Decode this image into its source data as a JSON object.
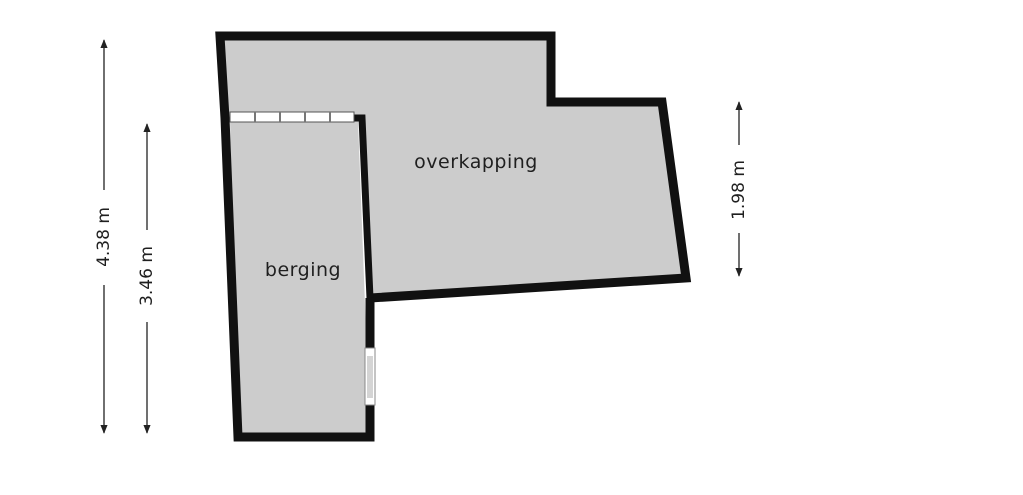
{
  "rooms": [
    {
      "id": "overkapping",
      "label": "overkapping"
    },
    {
      "id": "berging",
      "label": "berging"
    }
  ],
  "dimensions": [
    {
      "id": "dim-left-outer",
      "label": "4.38 m"
    },
    {
      "id": "dim-left-inner",
      "label": "3.46 m"
    },
    {
      "id": "dim-right",
      "label": "1.98 m"
    }
  ],
  "colors": {
    "floor_fill": "#cccccc",
    "wall": "#111111",
    "background": "#ffffff"
  }
}
